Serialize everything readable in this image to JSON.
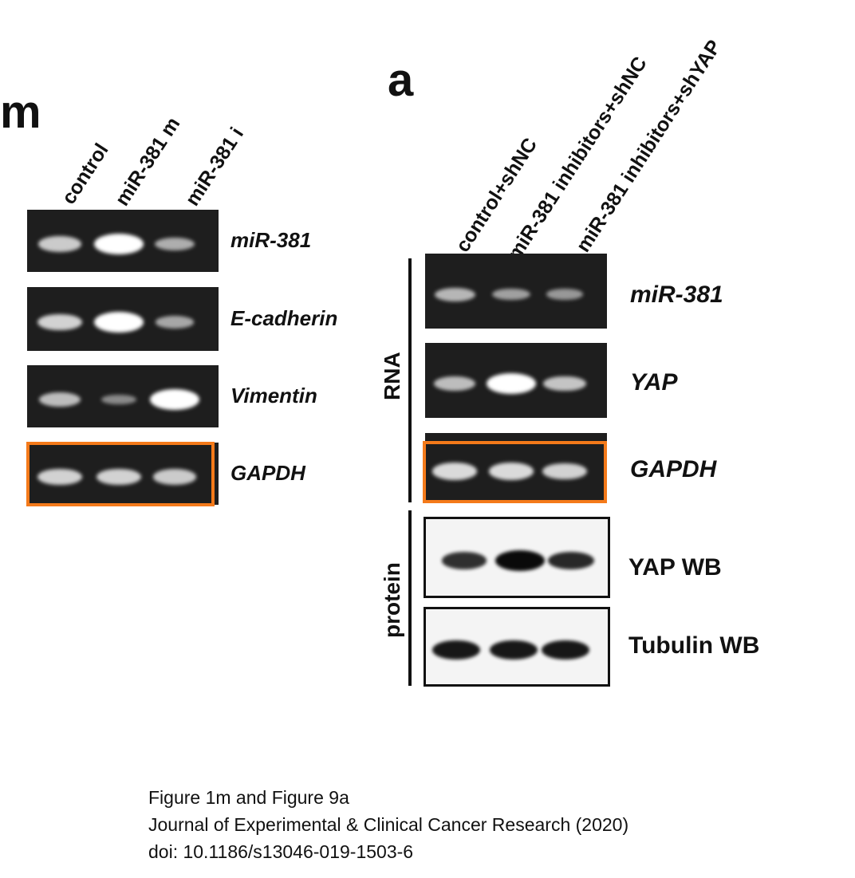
{
  "panel_m": {
    "letter": "m",
    "lanes": [
      "control",
      "miR-381 m",
      "miR-381 i"
    ],
    "rows": [
      {
        "label": "miR-381",
        "italic": true,
        "intensity": [
          0.65,
          1.0,
          0.45
        ]
      },
      {
        "label": "E-cadherin",
        "italic": true,
        "intensity": [
          0.7,
          1.0,
          0.4
        ]
      },
      {
        "label": "Vimentin",
        "italic": true,
        "intensity": [
          0.55,
          0.2,
          1.0
        ]
      },
      {
        "label": "GAPDH",
        "italic": true,
        "intensity": [
          0.7,
          0.7,
          0.65
        ],
        "highlighted": true
      }
    ]
  },
  "panel_a": {
    "letter": "a",
    "lanes": [
      "control+shNC",
      "miR-381 inhibitors+shNC",
      "miR-381 inhibitors+shYAP"
    ],
    "group_rna": "RNA",
    "group_protein": "protein",
    "rows": [
      {
        "label": "miR-381",
        "italic": true,
        "intensity": [
          0.5,
          0.35,
          0.3
        ]
      },
      {
        "label": "YAP",
        "italic": true,
        "intensity": [
          0.55,
          1.0,
          0.6
        ]
      },
      {
        "label": "GAPDH",
        "italic": true,
        "intensity": [
          0.75,
          0.75,
          0.7
        ],
        "highlighted": true
      },
      {
        "label": "YAP WB",
        "italic": false,
        "intensity": [
          0.75,
          1.0,
          0.8
        ]
      },
      {
        "label": "Tubulin WB",
        "italic": false,
        "intensity": [
          0.9,
          0.9,
          0.9
        ]
      }
    ]
  },
  "caption": {
    "line1": "Figure 1m and Figure 9a",
    "line2": "Journal of Experimental & Clinical Cancer Research (2020)",
    "line3": "doi: 10.1186/s13046-019-1503-6"
  },
  "colors": {
    "highlight": "#f47a1a",
    "gel": "#1e1e1e",
    "band": "#ffffff"
  }
}
